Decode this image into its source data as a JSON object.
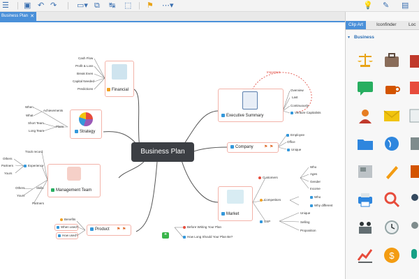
{
  "tabs": {
    "document": "Business Plan"
  },
  "panel": {
    "tabs": [
      "Clip Art",
      "Iconfinder",
      "Loc"
    ],
    "category": "Business",
    "icons": [
      "scale-icon",
      "briefcase-icon",
      "podium-icon",
      "chat-icon",
      "coffee-icon",
      "book-icon",
      "support-agent-icon",
      "mail-icon",
      "calendar-icon",
      "folder-icon",
      "globe-icon",
      "phone-icon",
      "newspaper-icon",
      "pencil-icon",
      "clipboard-icon",
      "printer-icon",
      "search-icon",
      "team-icon",
      "presentation-icon",
      "clock-icon",
      "users-icon",
      "chart-icon",
      "dollar-icon",
      "microphone-icon"
    ]
  },
  "map": {
    "central": "Business Plan",
    "financial": {
      "title": "Financial",
      "items": [
        "Cash Flow",
        "Profit & Loss",
        "Break Even",
        "Capital Needed",
        "Predictions"
      ]
    },
    "strategy": {
      "title": "Strategy",
      "achievements": "Achievements",
      "achievement_items": [
        "When",
        "What"
      ],
      "plans": "Plans",
      "plan_items": [
        "Short Team",
        "Long Team"
      ]
    },
    "management": {
      "title": "Management Team",
      "track": "Track record",
      "experience": "Experience",
      "experience_items": [
        "Others",
        "Partners",
        "Yours"
      ],
      "skills": "Skills",
      "skills_items": [
        "Others",
        "Yours"
      ],
      "partners": "Partners"
    },
    "product": {
      "title": "Product",
      "benefits": "Benefits",
      "when": "When used?",
      "how": "How used?"
    },
    "executive": {
      "title": "Executive Summary",
      "note": "Important",
      "items": [
        "Overview",
        "Last",
        "Continuously",
        "Venture Capitalists"
      ]
    },
    "company": {
      "title": "Company",
      "items": [
        "Employee",
        "Office",
        "Unique"
      ]
    },
    "market": {
      "title": "Market",
      "customers": "Customers",
      "customer_items": [
        "Who",
        "Ages",
        "Gender",
        "Income"
      ],
      "competitors": "Competitors",
      "competitor_items": [
        "Who",
        "Why different"
      ],
      "usp": "USP",
      "usp_items": [
        "Unique",
        "Selling",
        "Proposition"
      ]
    },
    "links": [
      "Before Writing Your Plan",
      "How Long Should Your Plan Be?"
    ]
  }
}
